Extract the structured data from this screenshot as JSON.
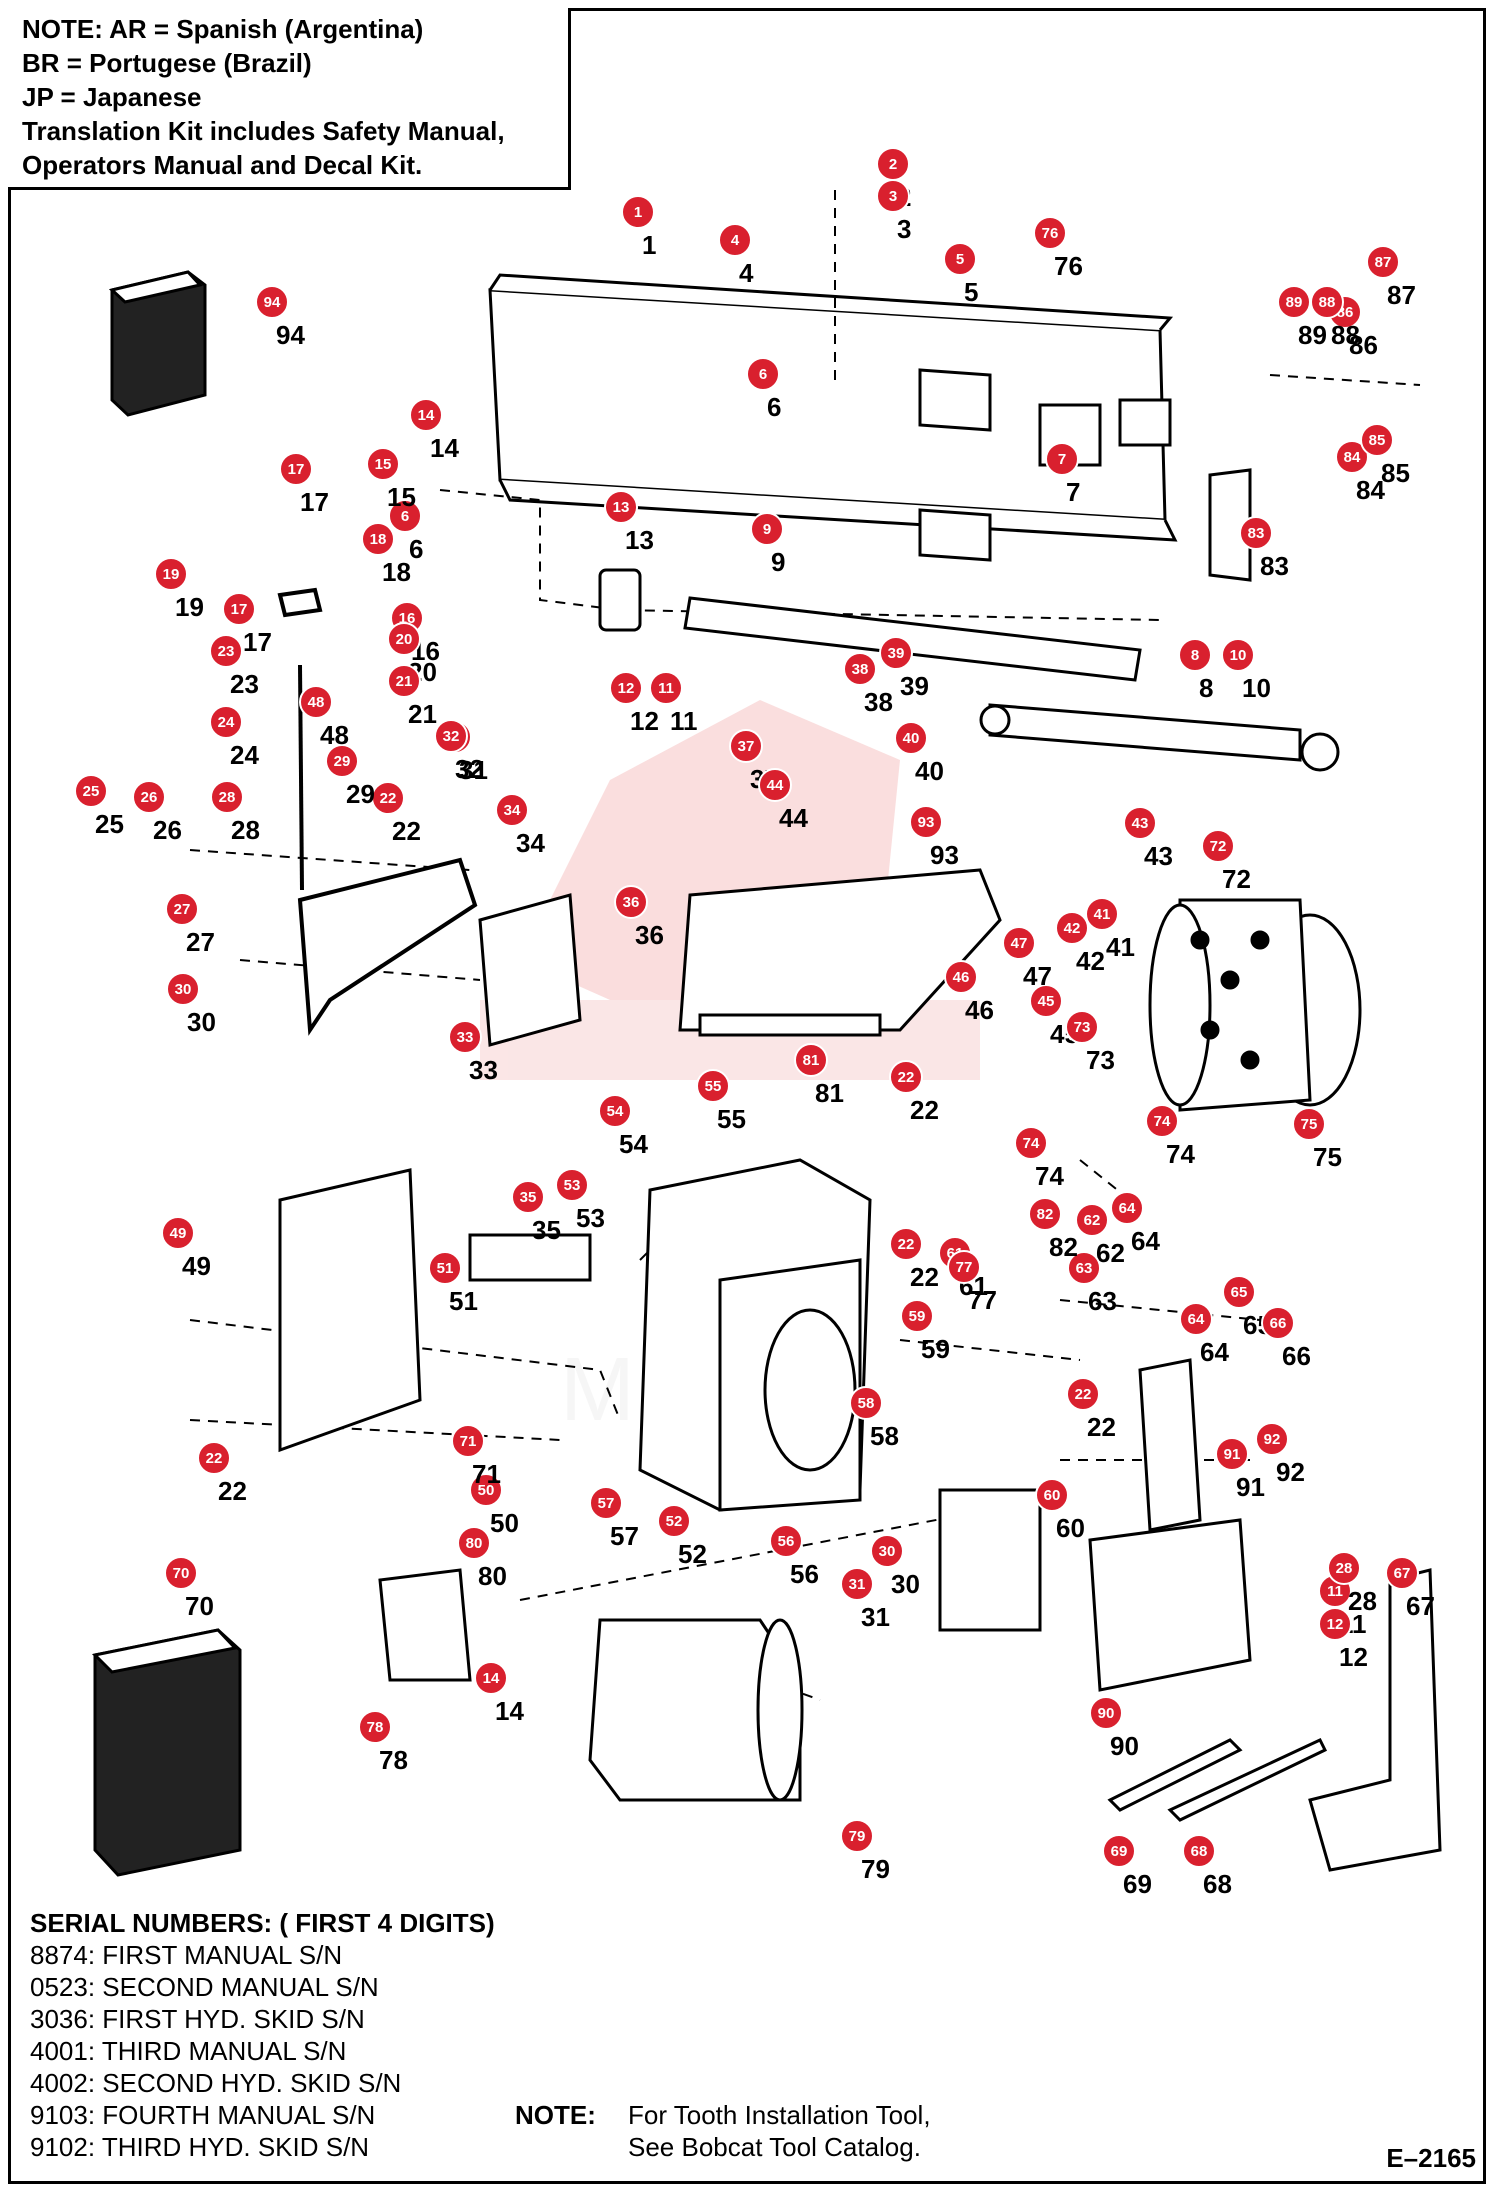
{
  "note_box": {
    "lines": [
      "NOTE:   AR =  Spanish (Argentina)",
      "             BR =  Portugese (Brazil)",
      "             JP =   Japanese",
      "Translation Kit includes Safety Manual,",
      "Operators Manual and Decal Kit."
    ]
  },
  "serial_numbers": {
    "title": "SERIAL NUMBERS: ( FIRST 4 DIGITS)",
    "rows": [
      "8874:  FIRST MANUAL S/N",
      "0523:  SECOND MANUAL S/N",
      "3036:  FIRST HYD. SKID S/N",
      "4001:  THIRD MANUAL S/N",
      "4002:  SECOND HYD. SKID S/N",
      "9103:  FOURTH MANUAL S/N",
      "9102:  THIRD HYD. SKID S/N"
    ]
  },
  "tool_note": {
    "label": "NOTE:",
    "line1": "For Tooth Installation Tool,",
    "line2": "See Bobcat Tool Catalog."
  },
  "drawing_code": "E–2165",
  "watermark": "MPTAX",
  "colors": {
    "badge": "#d9202e",
    "badge_stroke": "#ffffff",
    "ink": "#000000",
    "watermark": "#f2c2c2"
  },
  "parts": [
    {
      "n": "1"
    },
    {
      "n": "2"
    },
    {
      "n": "3"
    },
    {
      "n": "4"
    },
    {
      "n": "5"
    },
    {
      "n": "6"
    },
    {
      "n": "6"
    },
    {
      "n": "7"
    },
    {
      "n": "8"
    },
    {
      "n": "9"
    },
    {
      "n": "10"
    },
    {
      "n": "11"
    },
    {
      "n": "11"
    },
    {
      "n": "12"
    },
    {
      "n": "12"
    },
    {
      "n": "13"
    },
    {
      "n": "14"
    },
    {
      "n": "14"
    },
    {
      "n": "15"
    },
    {
      "n": "16"
    },
    {
      "n": "17"
    },
    {
      "n": "17"
    },
    {
      "n": "18"
    },
    {
      "n": "19"
    },
    {
      "n": "20"
    },
    {
      "n": "21"
    },
    {
      "n": "22"
    },
    {
      "n": "22"
    },
    {
      "n": "22"
    },
    {
      "n": "22"
    },
    {
      "n": "22"
    },
    {
      "n": "23"
    },
    {
      "n": "24"
    },
    {
      "n": "25"
    },
    {
      "n": "26"
    },
    {
      "n": "27"
    },
    {
      "n": "28"
    },
    {
      "n": "28"
    },
    {
      "n": "29"
    },
    {
      "n": "30"
    },
    {
      "n": "30"
    },
    {
      "n": "31"
    },
    {
      "n": "31"
    },
    {
      "n": "32"
    },
    {
      "n": "33"
    },
    {
      "n": "34"
    },
    {
      "n": "35"
    },
    {
      "n": "36"
    },
    {
      "n": "37"
    },
    {
      "n": "38"
    },
    {
      "n": "39"
    },
    {
      "n": "40"
    },
    {
      "n": "41"
    },
    {
      "n": "42"
    },
    {
      "n": "43"
    },
    {
      "n": "44"
    },
    {
      "n": "45"
    },
    {
      "n": "46"
    },
    {
      "n": "47"
    },
    {
      "n": "48"
    },
    {
      "n": "49"
    },
    {
      "n": "50"
    },
    {
      "n": "51"
    },
    {
      "n": "52"
    },
    {
      "n": "53"
    },
    {
      "n": "54"
    },
    {
      "n": "55"
    },
    {
      "n": "56"
    },
    {
      "n": "57"
    },
    {
      "n": "58"
    },
    {
      "n": "59"
    },
    {
      "n": "60"
    },
    {
      "n": "61"
    },
    {
      "n": "62"
    },
    {
      "n": "63"
    },
    {
      "n": "64"
    },
    {
      "n": "64"
    },
    {
      "n": "65"
    },
    {
      "n": "66"
    },
    {
      "n": "67"
    },
    {
      "n": "68"
    },
    {
      "n": "69"
    },
    {
      "n": "70"
    },
    {
      "n": "71"
    },
    {
      "n": "72"
    },
    {
      "n": "73"
    },
    {
      "n": "74"
    },
    {
      "n": "74"
    },
    {
      "n": "75"
    },
    {
      "n": "76"
    },
    {
      "n": "77"
    },
    {
      "n": "78"
    },
    {
      "n": "79"
    },
    {
      "n": "80"
    },
    {
      "n": "81"
    },
    {
      "n": "82"
    },
    {
      "n": "83"
    },
    {
      "n": "84"
    },
    {
      "n": "85"
    },
    {
      "n": "86"
    },
    {
      "n": "87"
    },
    {
      "n": "88"
    },
    {
      "n": "89"
    },
    {
      "n": "90"
    },
    {
      "n": "91"
    },
    {
      "n": "92"
    },
    {
      "n": "93"
    },
    {
      "n": "94"
    }
  ]
}
